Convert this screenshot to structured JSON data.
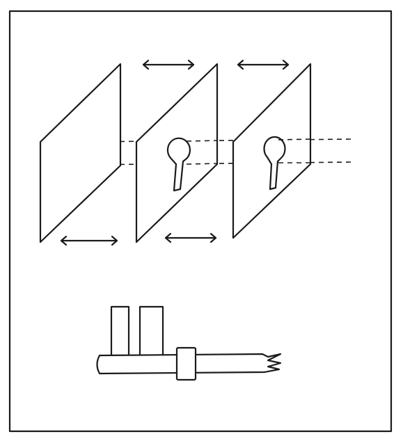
{
  "colors": {
    "paper": "#ffffff",
    "ink": "#1a1a1a"
  },
  "figure": {
    "panels": [
      "plain-plate",
      "keyhole-plate",
      "keyhole-plate"
    ],
    "arrows": [
      "double-headed",
      "double-headed",
      "double-headed",
      "double-headed"
    ],
    "key": {
      "parts": [
        "shaft",
        "bit",
        "bit",
        "collar",
        "zigzag-end"
      ]
    }
  }
}
